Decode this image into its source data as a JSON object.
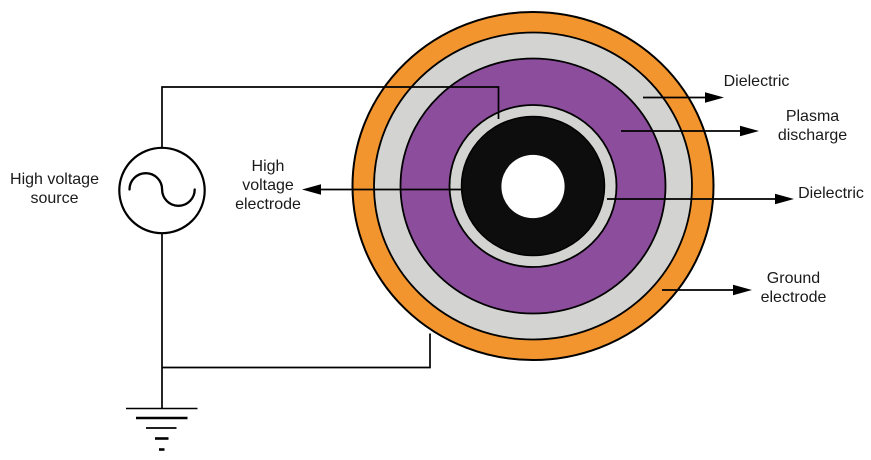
{
  "figure": {
    "type": "schematic-diagram",
    "subject": "Coaxial dielectric barrier discharge plasma source with high voltage circuit"
  },
  "colors": {
    "background": "#FFFFFF",
    "ground_electrode_orange": "#F2952E",
    "dielectric_gray": "#D3D3D2",
    "plasma_purple": "#8C4D9D",
    "electrode_black": "#0D0D0D",
    "core_white": "#FFFFFF",
    "line_black": "#000000",
    "text": "#1A1A1A"
  },
  "labels": {
    "high_voltage_source": "High voltage\nsource",
    "high_voltage_electrode": "High\nvoltage\nelectrode",
    "dielectric_outer": "Dielectric",
    "plasma_discharge": "Plasma\ndischarge",
    "dielectric_inner": "Dielectric",
    "ground_electrode": "Ground\nelectrode"
  },
  "rings": [
    {
      "name": "ground-electrode-ring",
      "label": "Ground electrode",
      "color": "#F2952E"
    },
    {
      "name": "outer-dielectric-ring",
      "label": "Dielectric",
      "color": "#D3D3D2"
    },
    {
      "name": "plasma-discharge-ring",
      "label": "Plasma discharge",
      "color": "#8C4D9D"
    },
    {
      "name": "inner-dielectric-ring",
      "label": "Dielectric",
      "color": "#D3D3D2"
    },
    {
      "name": "high-voltage-electrode-ring",
      "label": "High voltage electrode",
      "color": "#0D0D0D"
    },
    {
      "name": "center-hole",
      "label": "",
      "color": "#FFFFFF"
    }
  ],
  "icons": {
    "ac_source": "sine-wave",
    "ground": "earth-ground"
  }
}
